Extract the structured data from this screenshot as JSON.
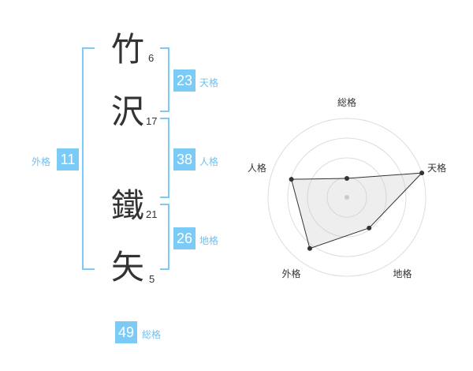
{
  "name": {
    "chars": [
      {
        "char": "竹",
        "strokes": "6"
      },
      {
        "char": "沢",
        "strokes": "17"
      },
      {
        "char": "鐵",
        "strokes": "21"
      },
      {
        "char": "矢",
        "strokes": "5"
      }
    ]
  },
  "fortunes": {
    "tenkaku": {
      "value": "23",
      "label": "天格"
    },
    "jinkaku": {
      "value": "38",
      "label": "人格"
    },
    "chikaku": {
      "value": "26",
      "label": "地格"
    },
    "gaikaku": {
      "value": "11",
      "label": "外格"
    },
    "soukaku": {
      "value": "49",
      "label": "総格"
    }
  },
  "colors": {
    "accent": "#7ccbf6",
    "accent_text": "#6fbfee",
    "text": "#333333"
  },
  "chart_data": {
    "type": "radar",
    "axes": [
      "総格",
      "天格",
      "地格",
      "外格",
      "人格"
    ],
    "levels": 4,
    "range": [
      0,
      5
    ],
    "values": [
      1.2,
      5.0,
      2.4,
      4.0,
      3.7
    ],
    "grid": true
  }
}
